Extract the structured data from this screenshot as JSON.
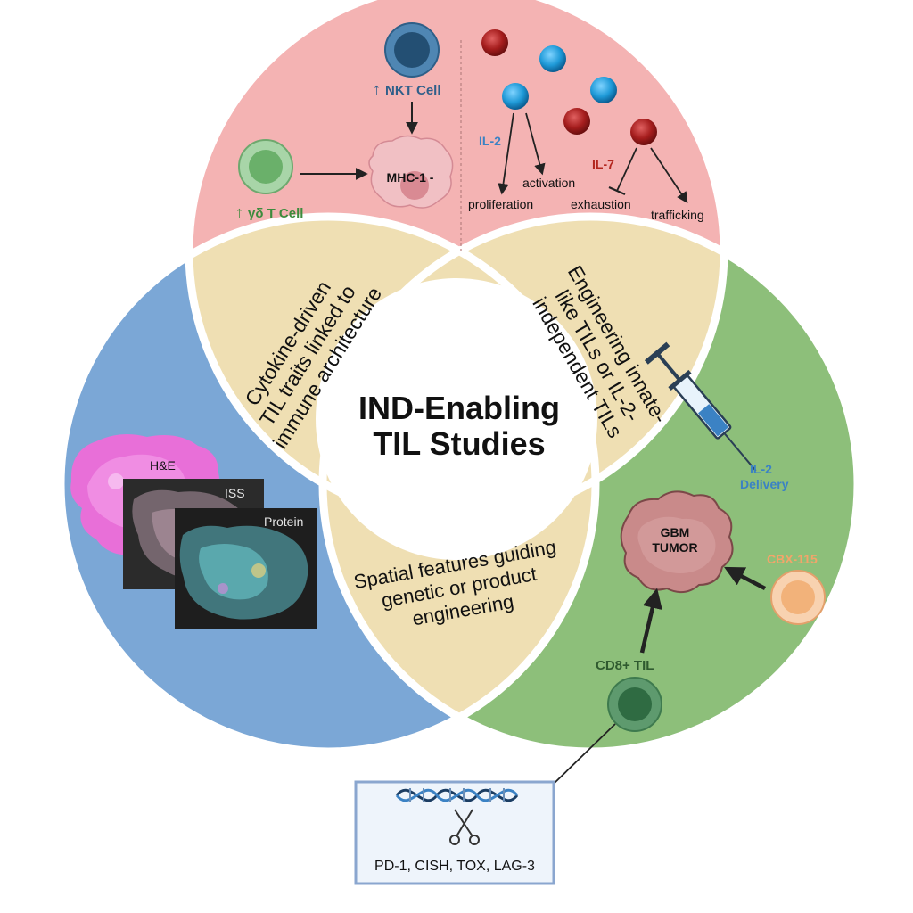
{
  "center": {
    "line1": "IND-Enabling",
    "line2": "TIL Studies"
  },
  "lobes": {
    "left": {
      "line1": "Cytokine-driven",
      "line2": "TIL traits linked to",
      "line3": "immune architecture"
    },
    "right": {
      "line1": "Engineering innate-",
      "line2": "like TILs or IL-2-",
      "line3": "independent TILs"
    },
    "bottom": {
      "line1": "Spatial features guiding",
      "line2": "genetic or product",
      "line3": "engineering"
    }
  },
  "top_panel": {
    "nkt_label": "NKT Cell",
    "gd_label": "γδ T Cell",
    "mhc_label": "MHC-1 -",
    "il2_label": "IL-2",
    "il7_label": "IL-7",
    "proliferation": "proliferation",
    "activation": "activation",
    "exhaustion": "exhaustion",
    "trafficking": "trafficking"
  },
  "left_panel": {
    "he": "H&E",
    "iss": "ISS",
    "protein": "Protein"
  },
  "right_panel": {
    "tumor_line1": "GBM",
    "tumor_line2": "TUMOR",
    "il2_delivery_line1": "IL-2",
    "il2_delivery_line2": "Delivery",
    "drug": "CBX-115",
    "cd8": "CD8+ TIL"
  },
  "genes_box": {
    "label": "PD-1, CISH, TOX, LAG-3"
  },
  "colors": {
    "top_circle": "#f4b3b3",
    "left_circle": "#7ba7d6",
    "right_circle": "#8dbf7a",
    "lobe": "#efdfb3",
    "il2_blue": "#3b82c4",
    "il7_red": "#b3261e",
    "nkt_blue": "#2f5f8a",
    "gd_green": "#3d8b3d"
  }
}
